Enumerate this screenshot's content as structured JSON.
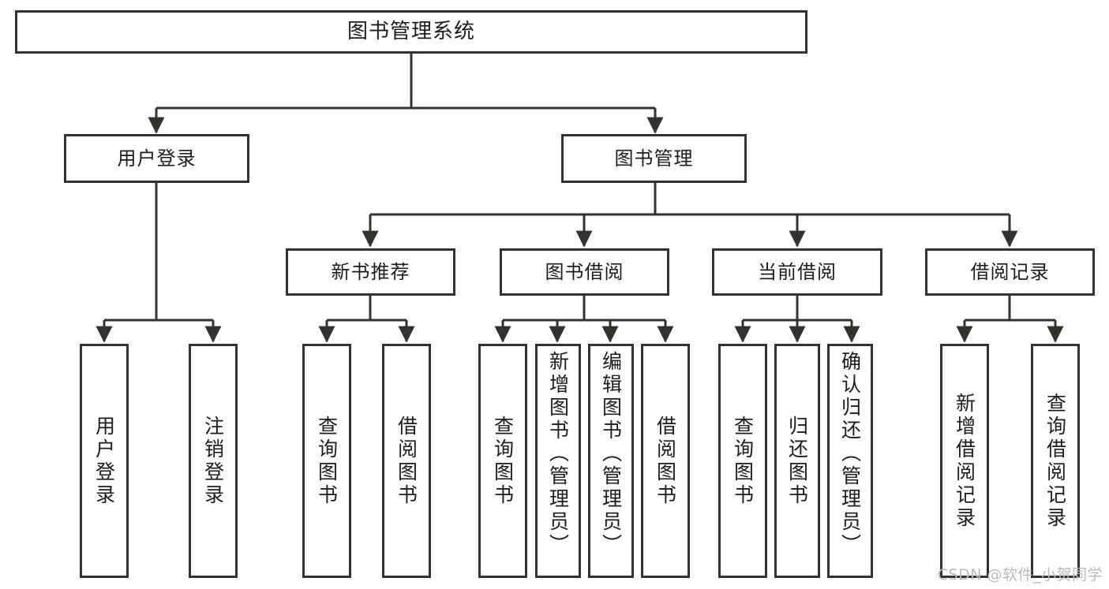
{
  "diagram": {
    "title": "图书管理系统",
    "type": "tree",
    "style": {
      "border_color": "#33322f",
      "box_fill": "#ffffff",
      "text_color": "#1c1c1c",
      "background": "#ffffff",
      "watermark_color": "#b9b9b9"
    }
  },
  "watermark": {
    "text": "CSDN @软件_小贺同学"
  },
  "nodes": {
    "root": {
      "label": "图书管理系统"
    },
    "tier1": [
      {
        "id": "user-login",
        "label": "用户登录"
      },
      {
        "id": "book-management",
        "label": "图书管理"
      }
    ],
    "tier2": [
      {
        "id": "new-book-recommend",
        "label": "新书推荐"
      },
      {
        "id": "book-borrow",
        "label": "图书借阅"
      },
      {
        "id": "current-borrow",
        "label": "当前借阅"
      },
      {
        "id": "borrow-record",
        "label": "借阅记录"
      }
    ],
    "leaves": [
      {
        "id": "leaf-user-login",
        "label": "用户登录",
        "parent": "user-login"
      },
      {
        "id": "leaf-user-logout",
        "label": "注销登录",
        "parent": "user-login"
      },
      {
        "id": "leaf-query-book-1",
        "label": "查询图书",
        "parent": "new-book-recommend"
      },
      {
        "id": "leaf-borrow-book-1",
        "label": "借阅图书",
        "parent": "new-book-recommend"
      },
      {
        "id": "leaf-query-book-2",
        "label": "查询图书",
        "parent": "book-borrow"
      },
      {
        "id": "leaf-add-book",
        "label": "新增图书（管理员）",
        "parent": "book-borrow"
      },
      {
        "id": "leaf-edit-book",
        "label": "编辑图书（管理员）",
        "parent": "book-borrow"
      },
      {
        "id": "leaf-borrow-book-2",
        "label": "借阅图书",
        "parent": "book-borrow"
      },
      {
        "id": "leaf-query-book-3",
        "label": "查询图书",
        "parent": "current-borrow"
      },
      {
        "id": "leaf-return-book",
        "label": "归还图书",
        "parent": "current-borrow"
      },
      {
        "id": "leaf-confirm-return",
        "label": "确认归还（管理员）",
        "parent": "current-borrow"
      },
      {
        "id": "leaf-add-borrow-record",
        "label": "新增借阅记录",
        "parent": "borrow-record"
      },
      {
        "id": "leaf-query-borrow-record",
        "label": "查询借阅记录",
        "parent": "borrow-record"
      }
    ]
  }
}
